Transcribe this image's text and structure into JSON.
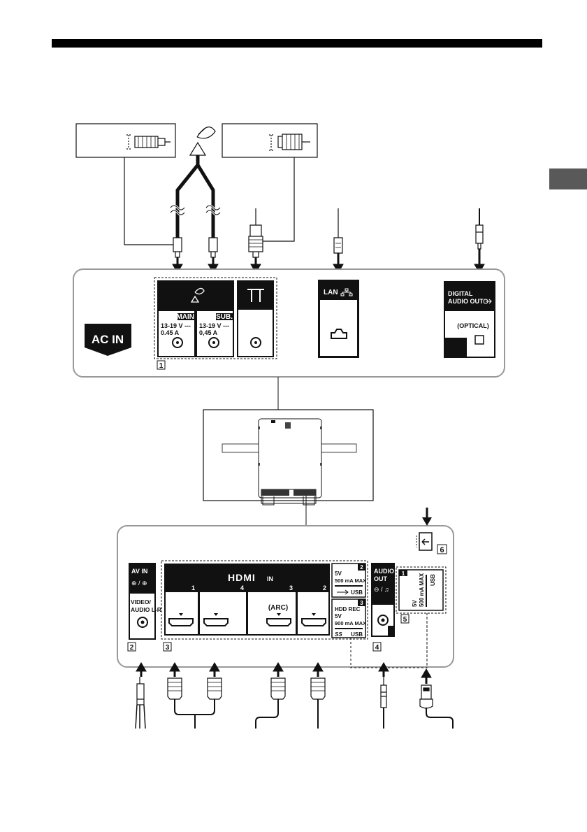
{
  "page": {
    "side_tab_color": "#595959",
    "panel_fill": "#d9d9d9",
    "accent": "#1a1a1a"
  },
  "top_panel": {
    "ac_in": "AC IN",
    "main_label": "MAIN",
    "main_spec_1": "13-19 V ---",
    "main_spec_2": "0.45 A",
    "sub_label": "SUB.",
    "sub_spec_1": "13-19 V ---",
    "sub_spec_2": "0,45 A",
    "lan": "LAN",
    "digital_audio_1": "DIGITAL",
    "digital_audio_2": "AUDIO OUT",
    "optical": "(OPTICAL)",
    "callout_1": "1"
  },
  "bottom_panel": {
    "av_in": "AV IN",
    "video_audio_1": "VIDEO/",
    "video_audio_2": "AUDIO L-R",
    "hdmi_logo": "HDMI",
    "hdmi_in": "IN",
    "hdmi_port_numbers": [
      "1",
      "4",
      "3",
      "2"
    ],
    "arc": "(ARC)",
    "usb2_num": "2",
    "usb2_volt": "5V",
    "usb2_current": "500 mA MAX",
    "usb2_label": "USB",
    "usb3_num": "3",
    "usb3_title": "HDD REC",
    "usb3_volt": "5V",
    "usb3_current": "900 mA MAX",
    "usb3_label": "USB",
    "usb3_ss": "SS",
    "audio_out_1": "AUDIO",
    "audio_out_2": "OUT",
    "usb1_num": "1",
    "usb1_volt": "5V",
    "usb1_current": "500 mA MAX",
    "usb1_label": "USB",
    "callouts": [
      "2",
      "3",
      "4",
      "5",
      "6"
    ]
  }
}
